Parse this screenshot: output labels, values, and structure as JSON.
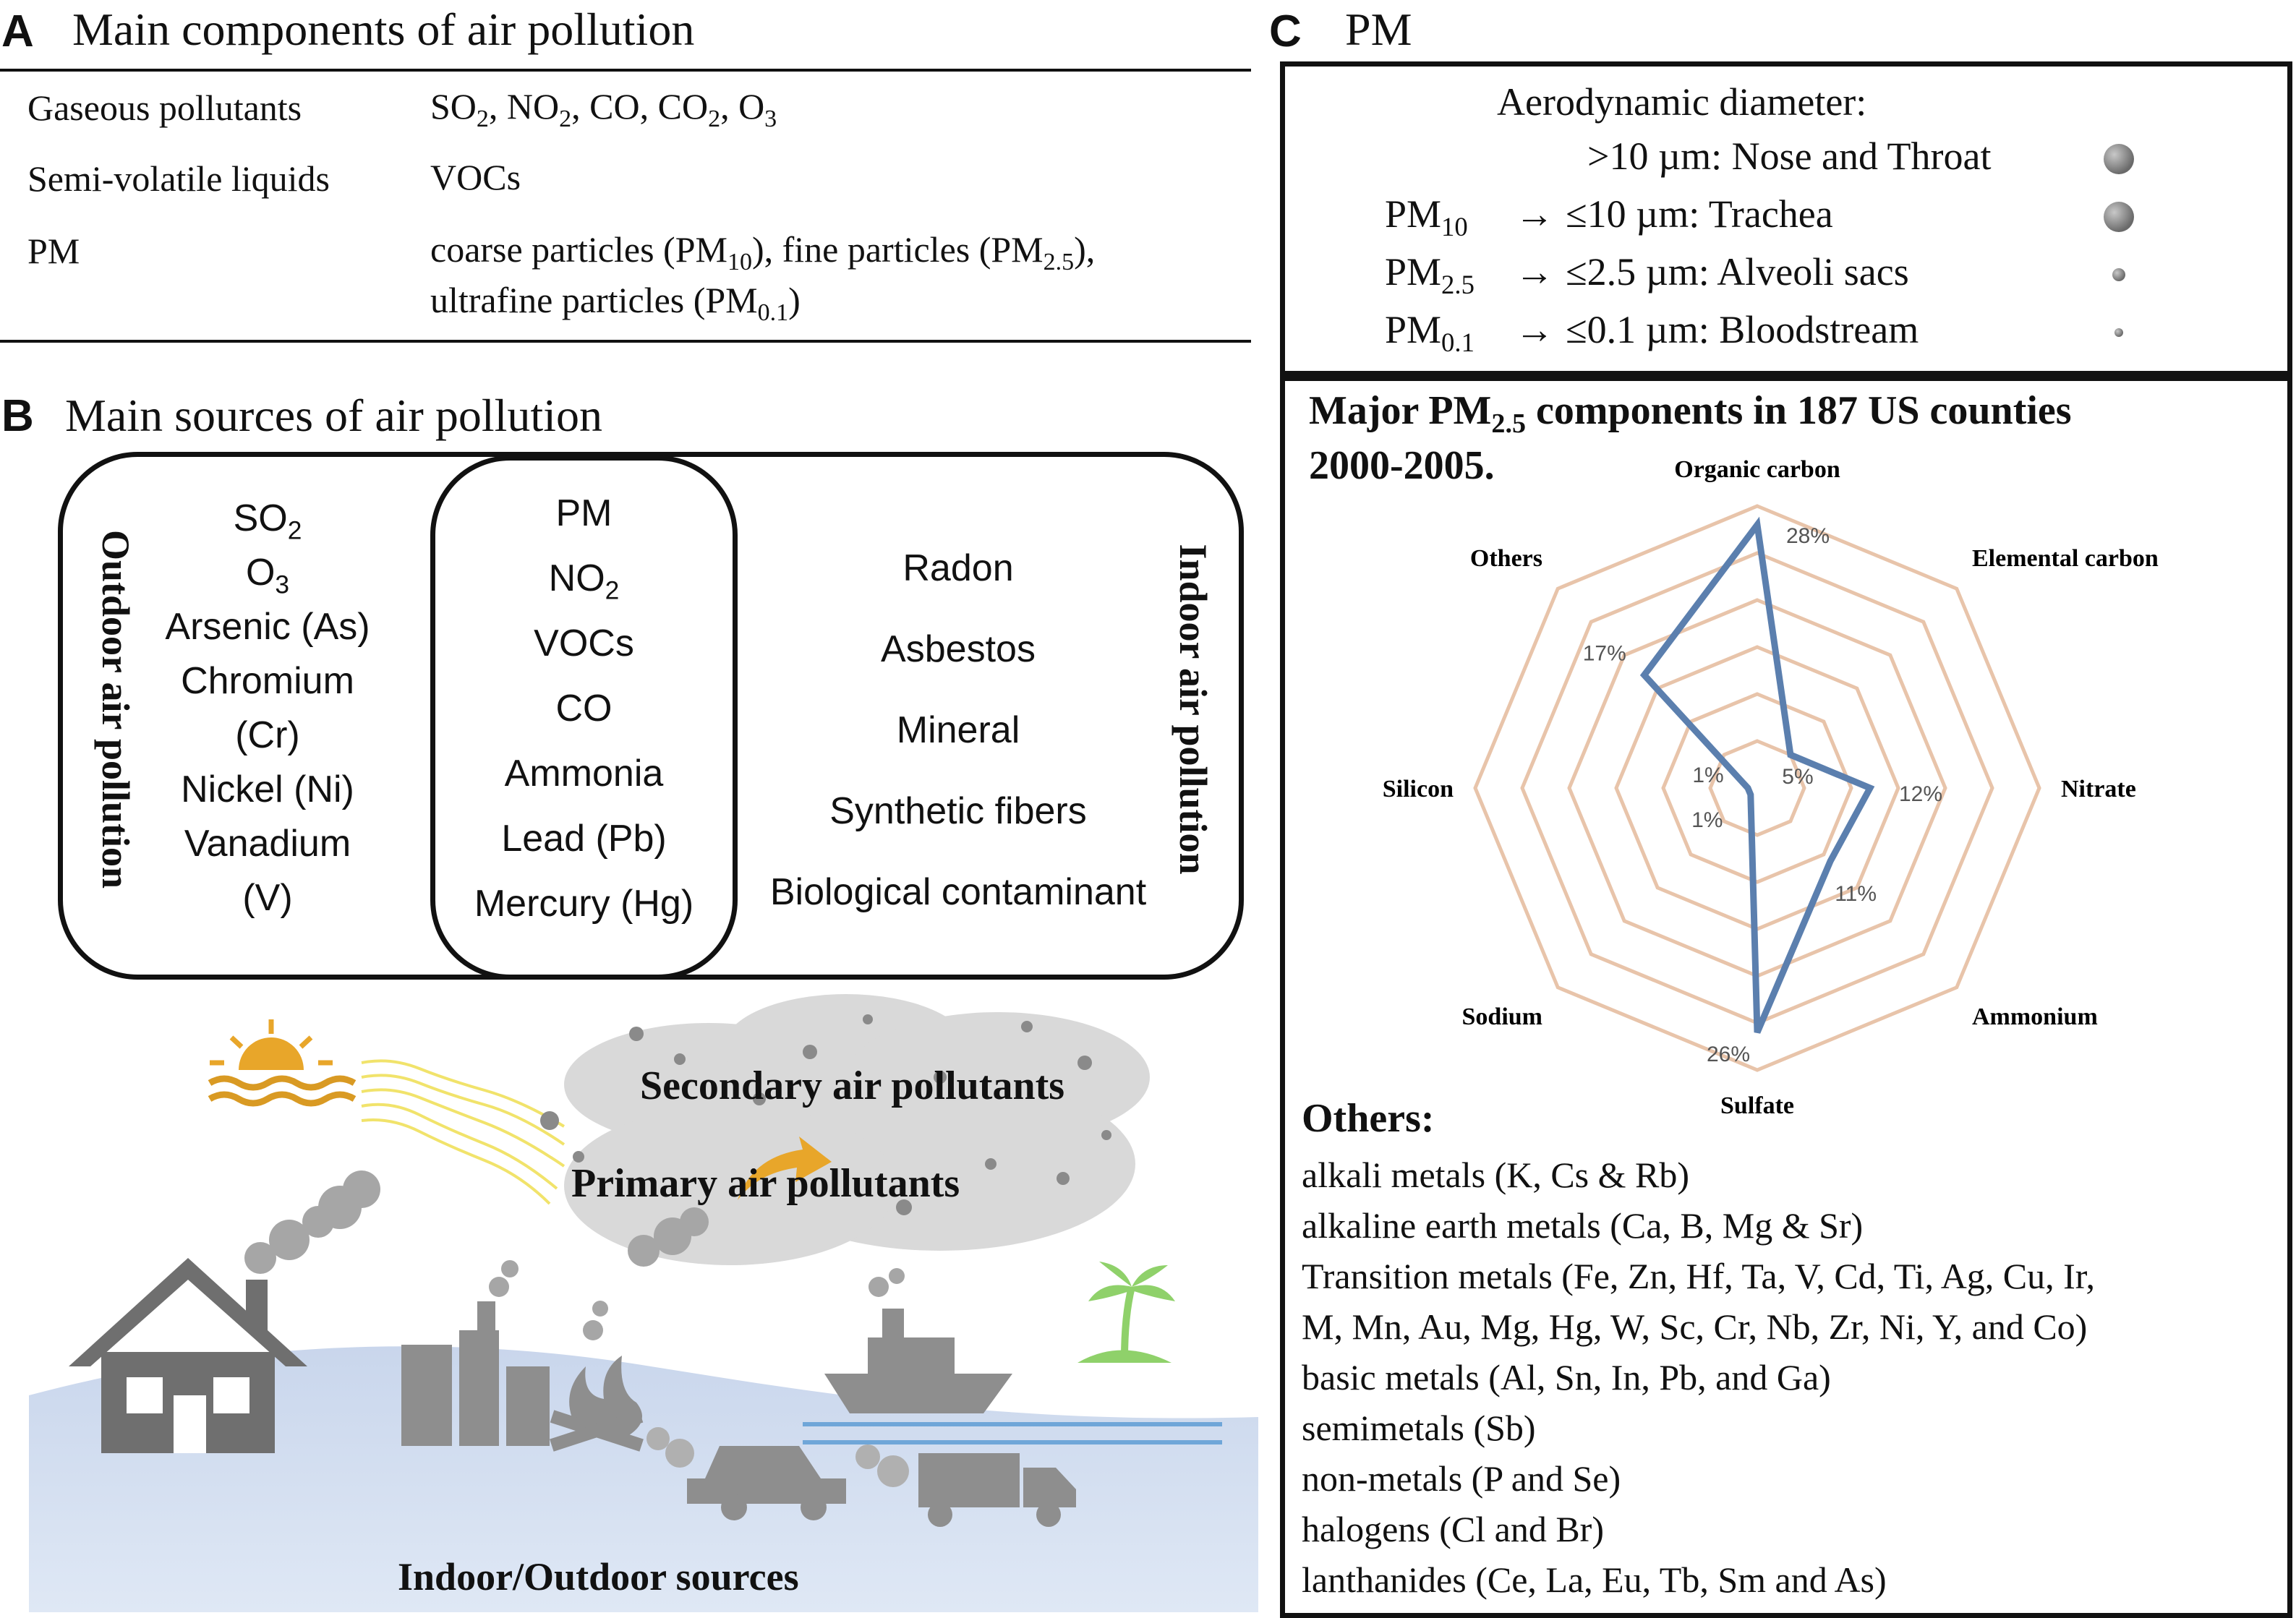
{
  "panel_a": {
    "letter": "A",
    "title": "Main components of air pollution",
    "rows": [
      {
        "label": "Gaseous pollutants",
        "value_html": "SO<sub>2</sub>, NO<sub>2</sub>, CO, CO<sub>2</sub>, O<sub>3</sub>"
      },
      {
        "label": "Semi-volatile liquids",
        "value_html": "VOCs"
      },
      {
        "label": "PM",
        "value_html": "coarse particles (PM<sub>10</sub>), fine particles (PM<sub>2.5</sub>),<br>ultrafine particles (PM<sub>0.1</sub>)"
      }
    ]
  },
  "panel_b": {
    "letter": "B",
    "title": "Main sources of air pollution",
    "outdoor_label": "Outdoor air pollution",
    "indoor_label": "Indoor air pollution",
    "outdoor_items_html": [
      "SO<sub>2</sub>",
      "O<sub>3</sub>",
      "Arsenic (As)",
      "Chromium",
      "(Cr)",
      "Nickel (Ni)",
      "Vanadium",
      "(V)"
    ],
    "shared_items_html": [
      "PM",
      "NO<sub>2</sub>",
      "VOCs",
      "CO",
      "Ammonia",
      "Lead (Pb)",
      "Mercury (Hg)"
    ],
    "indoor_items": [
      "Radon",
      "Asbestos",
      "Mineral",
      "Synthetic fibers",
      "Biological contaminant"
    ],
    "secondary_label": "Secondary air pollutants",
    "primary_label": "Primary air pollutants",
    "sources_label": "Indoor/Outdoor sources",
    "colors": {
      "sun": "#e8a62a",
      "water": "#c7d3e8",
      "icons": "#808080",
      "palm": "#8fd16a"
    }
  },
  "panel_c": {
    "letter": "C",
    "title": "PM",
    "diameter_heading": "Aerodynamic diameter:",
    "sizes": [
      {
        "pm_html": "",
        "text": ">10 µm: Nose and Throat",
        "particle": "large"
      },
      {
        "pm_html": "PM<sub>10</sub>",
        "text": "≤10 µm: Trachea",
        "particle": "large"
      },
      {
        "pm_html": "PM<sub>2.5</sub>",
        "text": "≤2.5 µm: Alveoli sacs",
        "particle": "small"
      },
      {
        "pm_html": "PM<sub>0.1</sub>",
        "text": "≤0.1 µm: Bloodstream",
        "particle": "tiny"
      }
    ],
    "radar_title_html": "Major PM<sub>2.5</sub> components in 187 US counties<br>2000-2005.",
    "others_heading": "Others:",
    "others_items": [
      "alkali metals (K, Cs & Rb)",
      "alkaline earth metals (Ca, B, Mg & Sr)",
      "Transition metals (Fe, Zn, Hf, Ta, V, Cd, Ti, Ag, Cu, Ir,",
      "M, Mn, Au, Mg, Hg, W, Sc, Cr, Nb, Zr, Ni, Y, and Co)",
      "basic metals (Al, Sn, In, Pb, and Ga)",
      "semimetals (Sb)",
      "non-metals (P and Se)",
      "halogens (Cl and Br)",
      "lanthanides (Ce, La, Eu, Tb, Sm and As)"
    ]
  },
  "chart_data": {
    "type": "radar",
    "categories": [
      "Organic carbon",
      "Elemental carbon",
      "Nitrate",
      "Ammonium",
      "Sulfate",
      "Sodium",
      "Silicon",
      "Others"
    ],
    "values": [
      28,
      5,
      12,
      11,
      26,
      1,
      1,
      17
    ],
    "value_labels": [
      "28%",
      "5%",
      "12%",
      "11%",
      "26%",
      "1%",
      "1%",
      "17%"
    ],
    "rmax": 30,
    "rings": 6,
    "colors": {
      "series": "#5b7fae",
      "grid": "#e8c4aa"
    }
  }
}
